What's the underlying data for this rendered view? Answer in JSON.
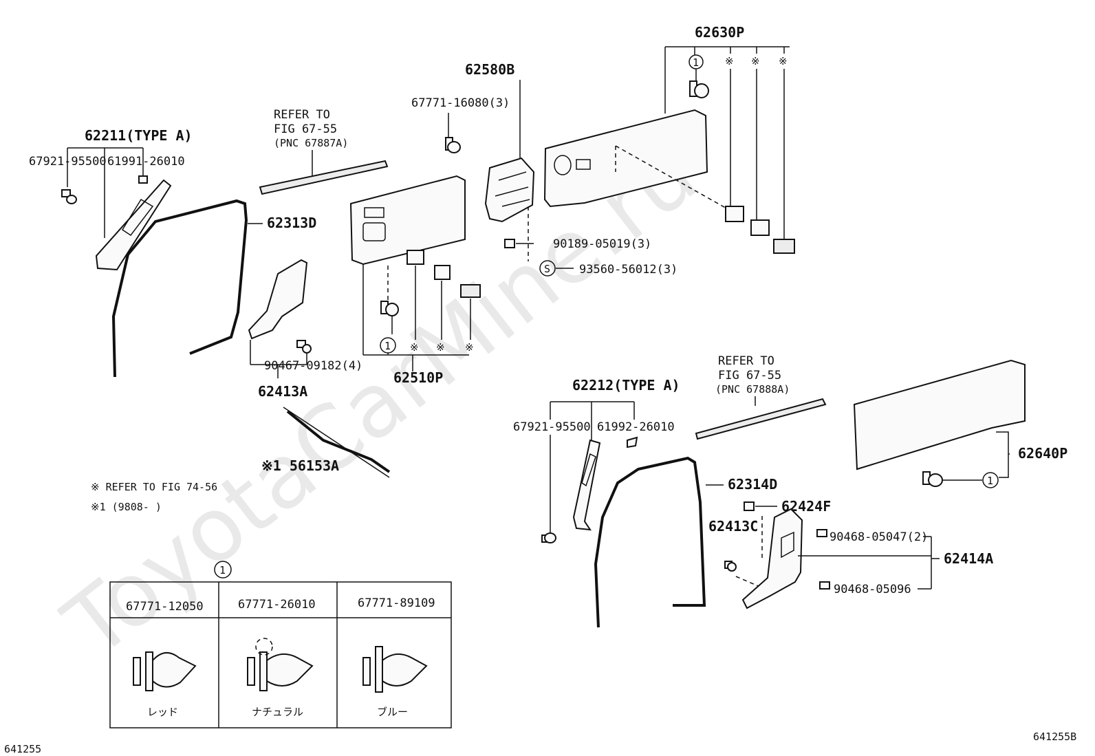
{
  "watermark": "ToyotaCarMine.ru",
  "labels": {
    "p62630P": "62630P",
    "p62580B": "62580B",
    "p67771_16080": "67771-16080(3)",
    "refer1_a": "REFER TO",
    "refer1_b": "FIG 67-55",
    "refer1_c": "(PNC 67887A)",
    "p62211": "62211(TYPE A)",
    "p67921_a": "67921-95500",
    "p61991": "61991-26010",
    "p62313D": "62313D",
    "p90189": "90189-05019(3)",
    "p93560": "93560-56012(3)",
    "p90467": "90467-09182(4)",
    "p62413A": "62413A",
    "p62510P": "62510P",
    "p56153A": "※1  56153A",
    "note1": "※ REFER TO FIG 74-56",
    "note2": "※1 (9808-     )",
    "refer2_a": "REFER TO",
    "refer2_b": "FIG 67-55",
    "refer2_c": "(PNC 67888A)",
    "p62212": "62212(TYPE A)",
    "p67921_b": "67921-95500",
    "p61992": "61992-26010",
    "p62640P": "62640P",
    "p62314D": "62314D",
    "p62424F": "62424F",
    "p62413C": "62413C",
    "p90468_05047": "90468-05047(2)",
    "p62414A": "62414A",
    "p90468_05096": "90468-05096",
    "circle1": "1",
    "circleS": "S",
    "mark": "※",
    "ref_left": "641255",
    "ref_right": "641255B"
  },
  "table": {
    "title": "1",
    "columns": [
      {
        "part": "67771-12050",
        "color": "レッド"
      },
      {
        "part": "67771-26010",
        "color": "ナチュラル"
      },
      {
        "part": "67771-89109",
        "color": "ブルー"
      }
    ]
  }
}
